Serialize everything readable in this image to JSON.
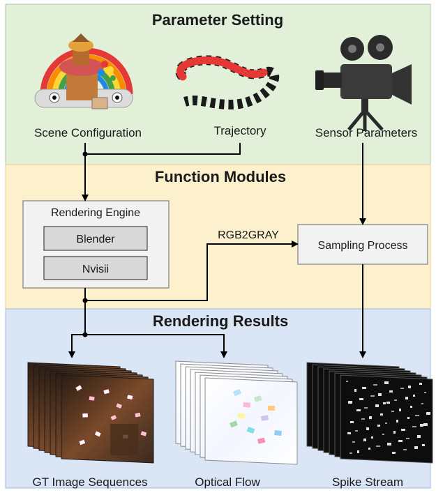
{
  "sections": [
    {
      "title": "Parameter Setting",
      "fill": "#e2f0d9",
      "border": "#a9c99a"
    },
    {
      "title": "Function Modules",
      "fill": "#fdf0cc",
      "border": "#e6cf8d"
    },
    {
      "title": "Rendering Results",
      "fill": "#dae6f5",
      "border": "#9fb9dd"
    }
  ],
  "parameters": {
    "scene": "Scene Configuration",
    "trajectory": "Trajectory",
    "sensor": "Sensor Parameters"
  },
  "modules": {
    "engine_title": "Rendering Engine",
    "engine_options": [
      "Blender",
      "Nvisii"
    ],
    "sampling": "Sampling Process",
    "edge_label": "RGB2GRAY"
  },
  "results": {
    "gt": "GT Image Sequences",
    "flow": "Optical Flow",
    "spike": "Spike Stream"
  },
  "icons": {
    "scene": "rainbow-castle-scene-icon",
    "trajectory": "curved-trajectory-icon",
    "sensor": "movie-camera-icon"
  },
  "colors": {
    "box_fill": "#f2f2f2",
    "box_border": "#7f7f7f",
    "option_fill": "#d9d9d9",
    "option_border": "#404040",
    "arrow": "#000000"
  }
}
